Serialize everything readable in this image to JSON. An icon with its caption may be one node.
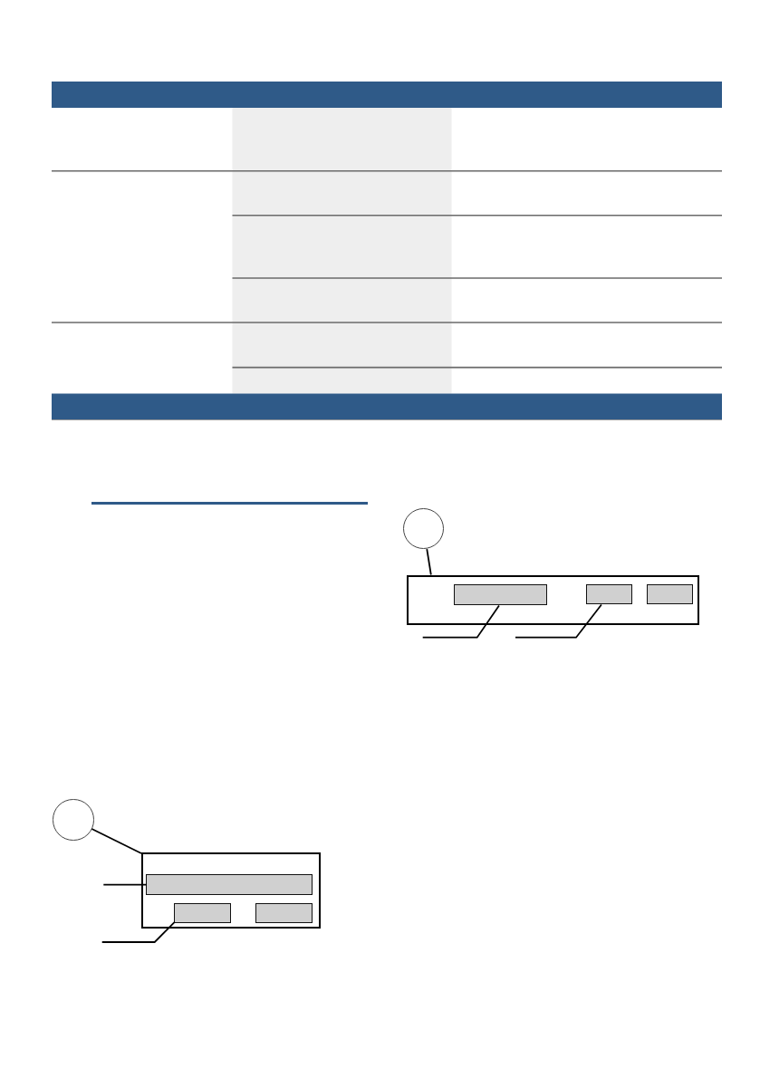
{
  "diagram": {
    "nodes": [
      {
        "text": [],
        "shape": "circle"
      },
      {
        "text": [],
        "shape": "box"
      },
      {
        "text": [],
        "shape": "bar",
        "in": 1
      },
      {
        "text": [],
        "shape": "bar",
        "in": 1
      },
      {
        "text": [],
        "shape": "bar",
        "in": 1
      },
      {
        "text": [],
        "shape": "circle"
      },
      {
        "text": [],
        "shape": "box"
      },
      {
        "text": [],
        "shape": "bar",
        "in": 6
      },
      {
        "text": [],
        "shape": "bar",
        "in": 6
      },
      {
        "text": [],
        "shape": "bar",
        "in": 6
      }
    ],
    "edges": [
      {
        "from": 0,
        "to": 1,
        "arrow": "none"
      },
      {
        "from": null,
        "to": 2,
        "arrow": "none"
      },
      {
        "from": null,
        "to": 3,
        "arrow": "none"
      },
      {
        "from": 5,
        "to": 6,
        "arrow": "none"
      },
      {
        "from": null,
        "to": 7,
        "arrow": "none"
      },
      {
        "from": null,
        "to": 8,
        "arrow": "none"
      }
    ]
  }
}
